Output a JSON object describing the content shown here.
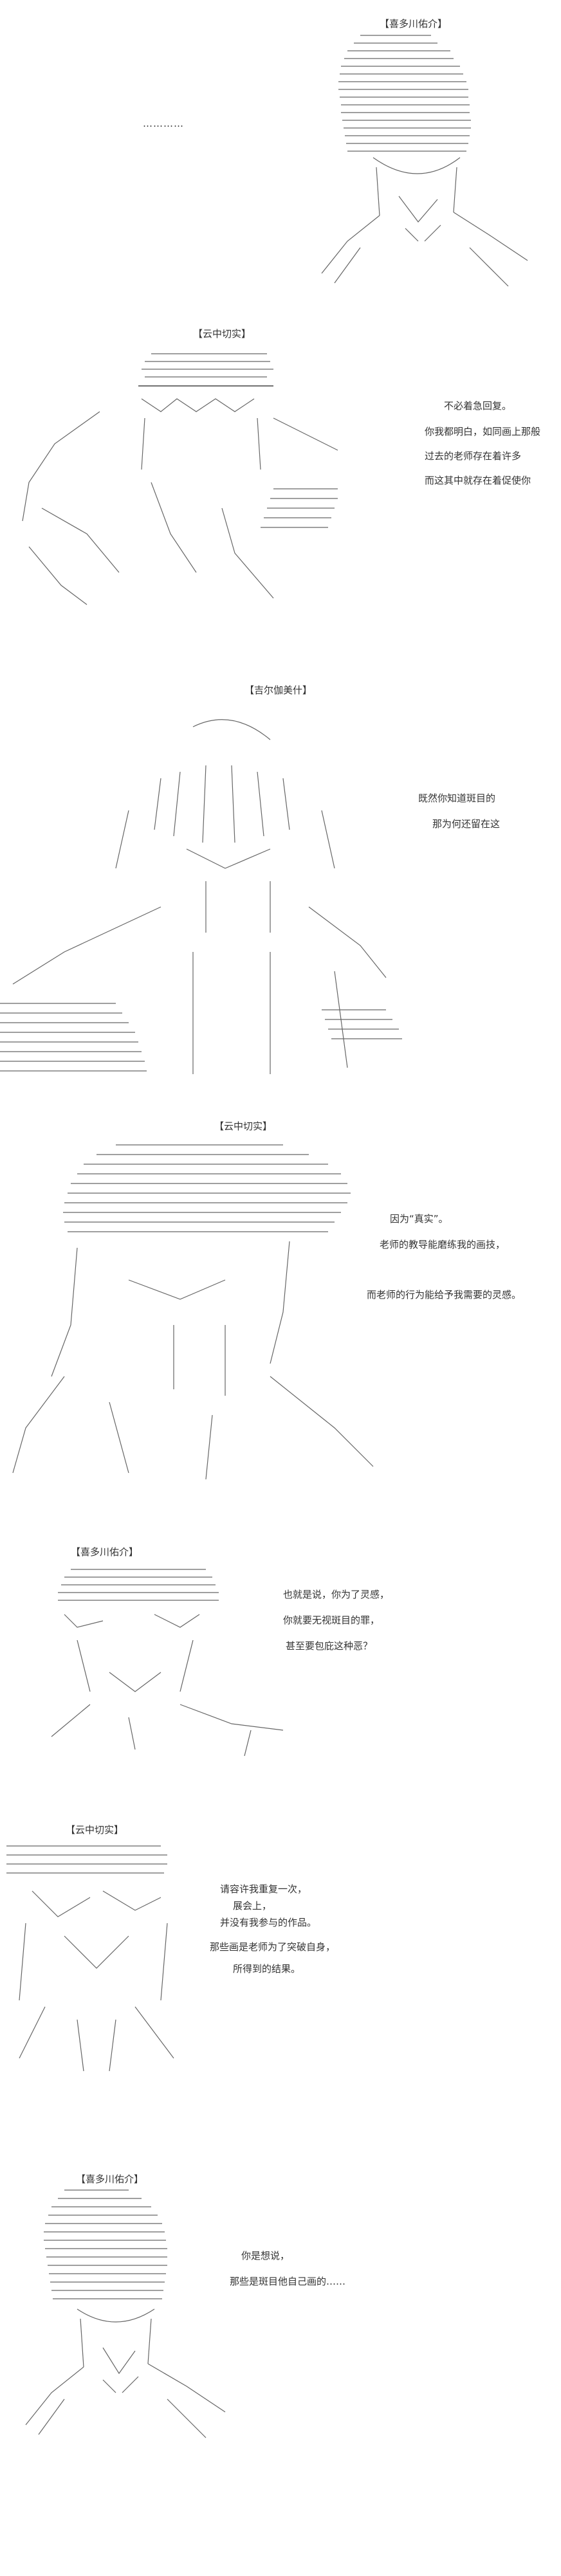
{
  "panels": [
    {
      "speaker": "【喜多川佑介】",
      "lines": [
        "…………"
      ]
    },
    {
      "speaker": "【云中切实】",
      "lines": [
        "不必着急回复。",
        "你我都明白，如同画上那般",
        "过去的老师存在着许多",
        "而这其中就存在着促使你"
      ]
    },
    {
      "speaker": "【吉尔伽美什】",
      "lines": [
        "既然你知道斑目的",
        "那为何还留在这"
      ]
    },
    {
      "speaker": "【云中切实】",
      "lines": [
        "因为“真实”。",
        "老师的教导能磨练我的画技，",
        "而老师的行为能给予我需要的灵感。"
      ]
    },
    {
      "speaker": "【喜多川佑介】",
      "lines": [
        "也就是说，你为了灵感，",
        "你就要无视斑目的罪，",
        "甚至要包庇这种恶？"
      ]
    },
    {
      "speaker": "【云中切实】",
      "lines": [
        "请容许我重复一次，",
        "展会上，",
        "并没有我参与的作品。",
        "那些画是老师为了突破自身，",
        "所得到的结果。"
      ]
    },
    {
      "speaker": "【喜多川佑介】",
      "lines": [
        "你是想说，",
        "那些是斑目他自己画的……"
      ]
    }
  ]
}
